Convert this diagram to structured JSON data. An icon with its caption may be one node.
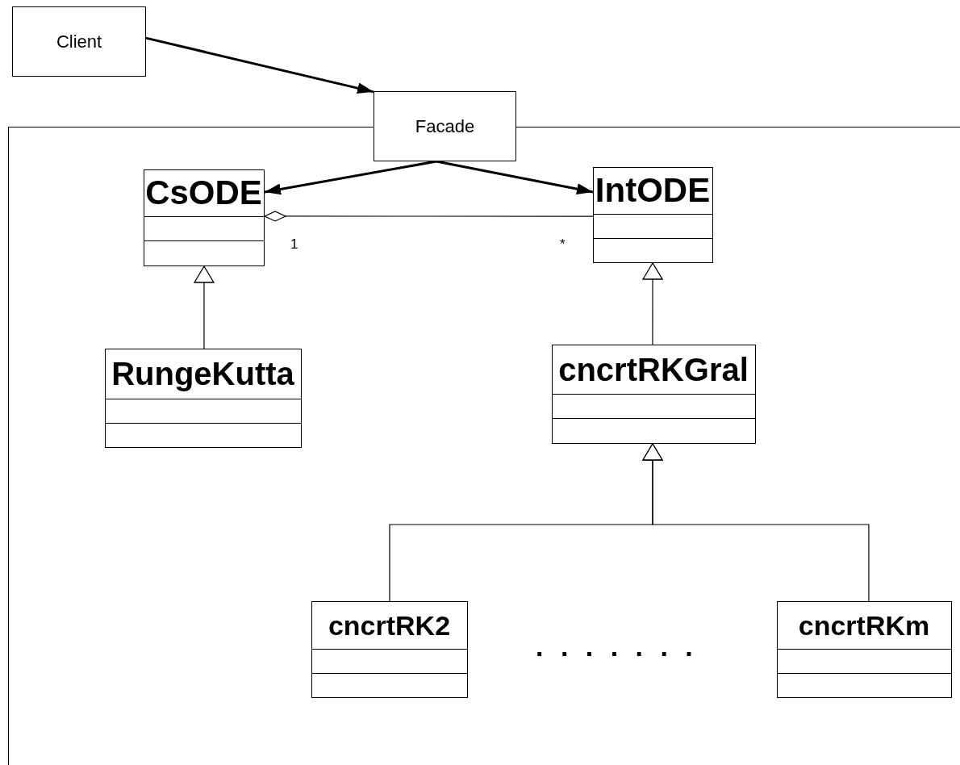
{
  "diagram": {
    "nodes": [
      {
        "text": [
          "Client"
        ]
      },
      {
        "text": [],
        "shape": "box"
      },
      {
        "text": [
          "Facade"
        ]
      },
      {
        "text": [
          "CsODE"
        ],
        "in": 1
      },
      {
        "text": [
          "IntODE"
        ],
        "in": 1
      },
      {
        "text": [
          "RungeKutta"
        ],
        "in": 1
      },
      {
        "text": [
          "cncrtRKGral"
        ],
        "in": 1
      },
      {
        "text": [
          "cncrtRK2"
        ],
        "in": 1
      },
      {
        "text": [
          "cncrtRKm"
        ],
        "in": 1
      }
    ],
    "edges": [
      {
        "from": 0,
        "to": 2,
        "arrow": "to",
        "style": "thick"
      },
      {
        "from": 2,
        "to": 3,
        "arrow": "to",
        "style": "thick"
      },
      {
        "from": 2,
        "to": 4,
        "arrow": "to",
        "style": "thick"
      },
      {
        "from": 4,
        "to": 3,
        "arrow": "other"
      },
      {
        "from": 5,
        "to": 3,
        "arrow": "to"
      },
      {
        "from": 6,
        "to": 4,
        "arrow": "to"
      },
      {
        "from": 7,
        "to": 6,
        "arrow": "to"
      },
      {
        "from": 8,
        "to": 6,
        "arrow": "to"
      }
    ],
    "labels": [
      "1",
      "*",
      ". . . . . . ."
    ]
  }
}
